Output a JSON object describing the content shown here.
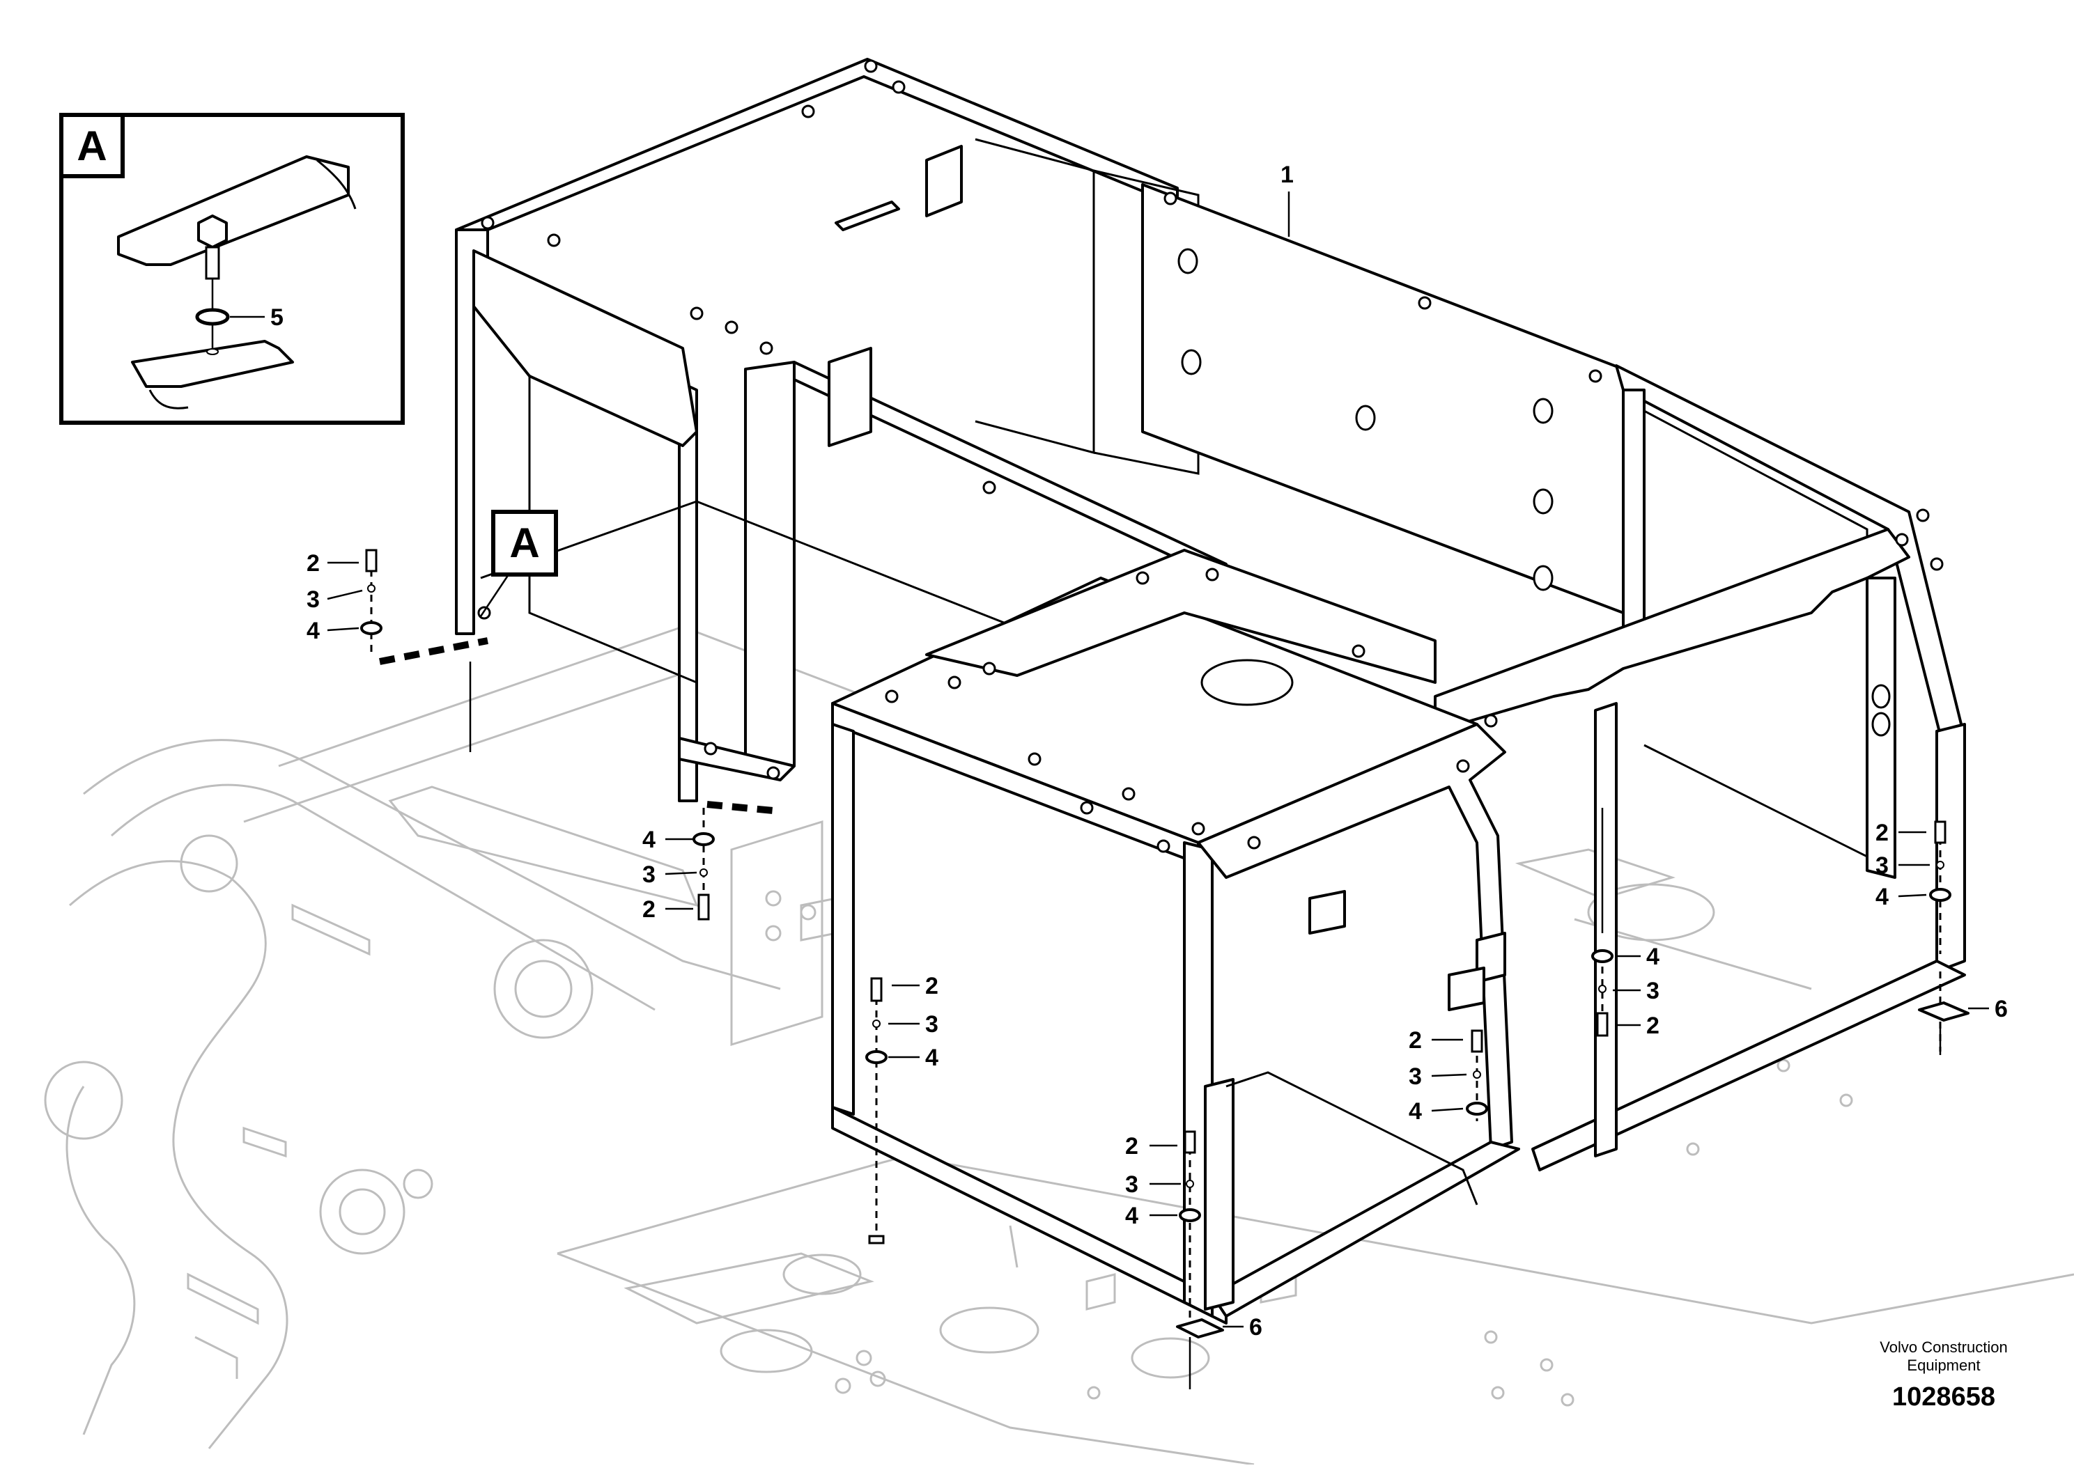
{
  "detail_view": {
    "letter": "A",
    "callout": "5"
  },
  "section_marker": "A",
  "callouts": {
    "frame": "1",
    "bolt": "2",
    "spring_washer": "3",
    "washer": "4",
    "shim": "6"
  },
  "footer": {
    "manufacturer": "Volvo Construction",
    "manufacturer_line2": "Equipment",
    "drawing_number": "1028658"
  },
  "colors": {
    "line": "#000000",
    "ghost_line": "#bdbdbd",
    "background": "#ffffff"
  }
}
